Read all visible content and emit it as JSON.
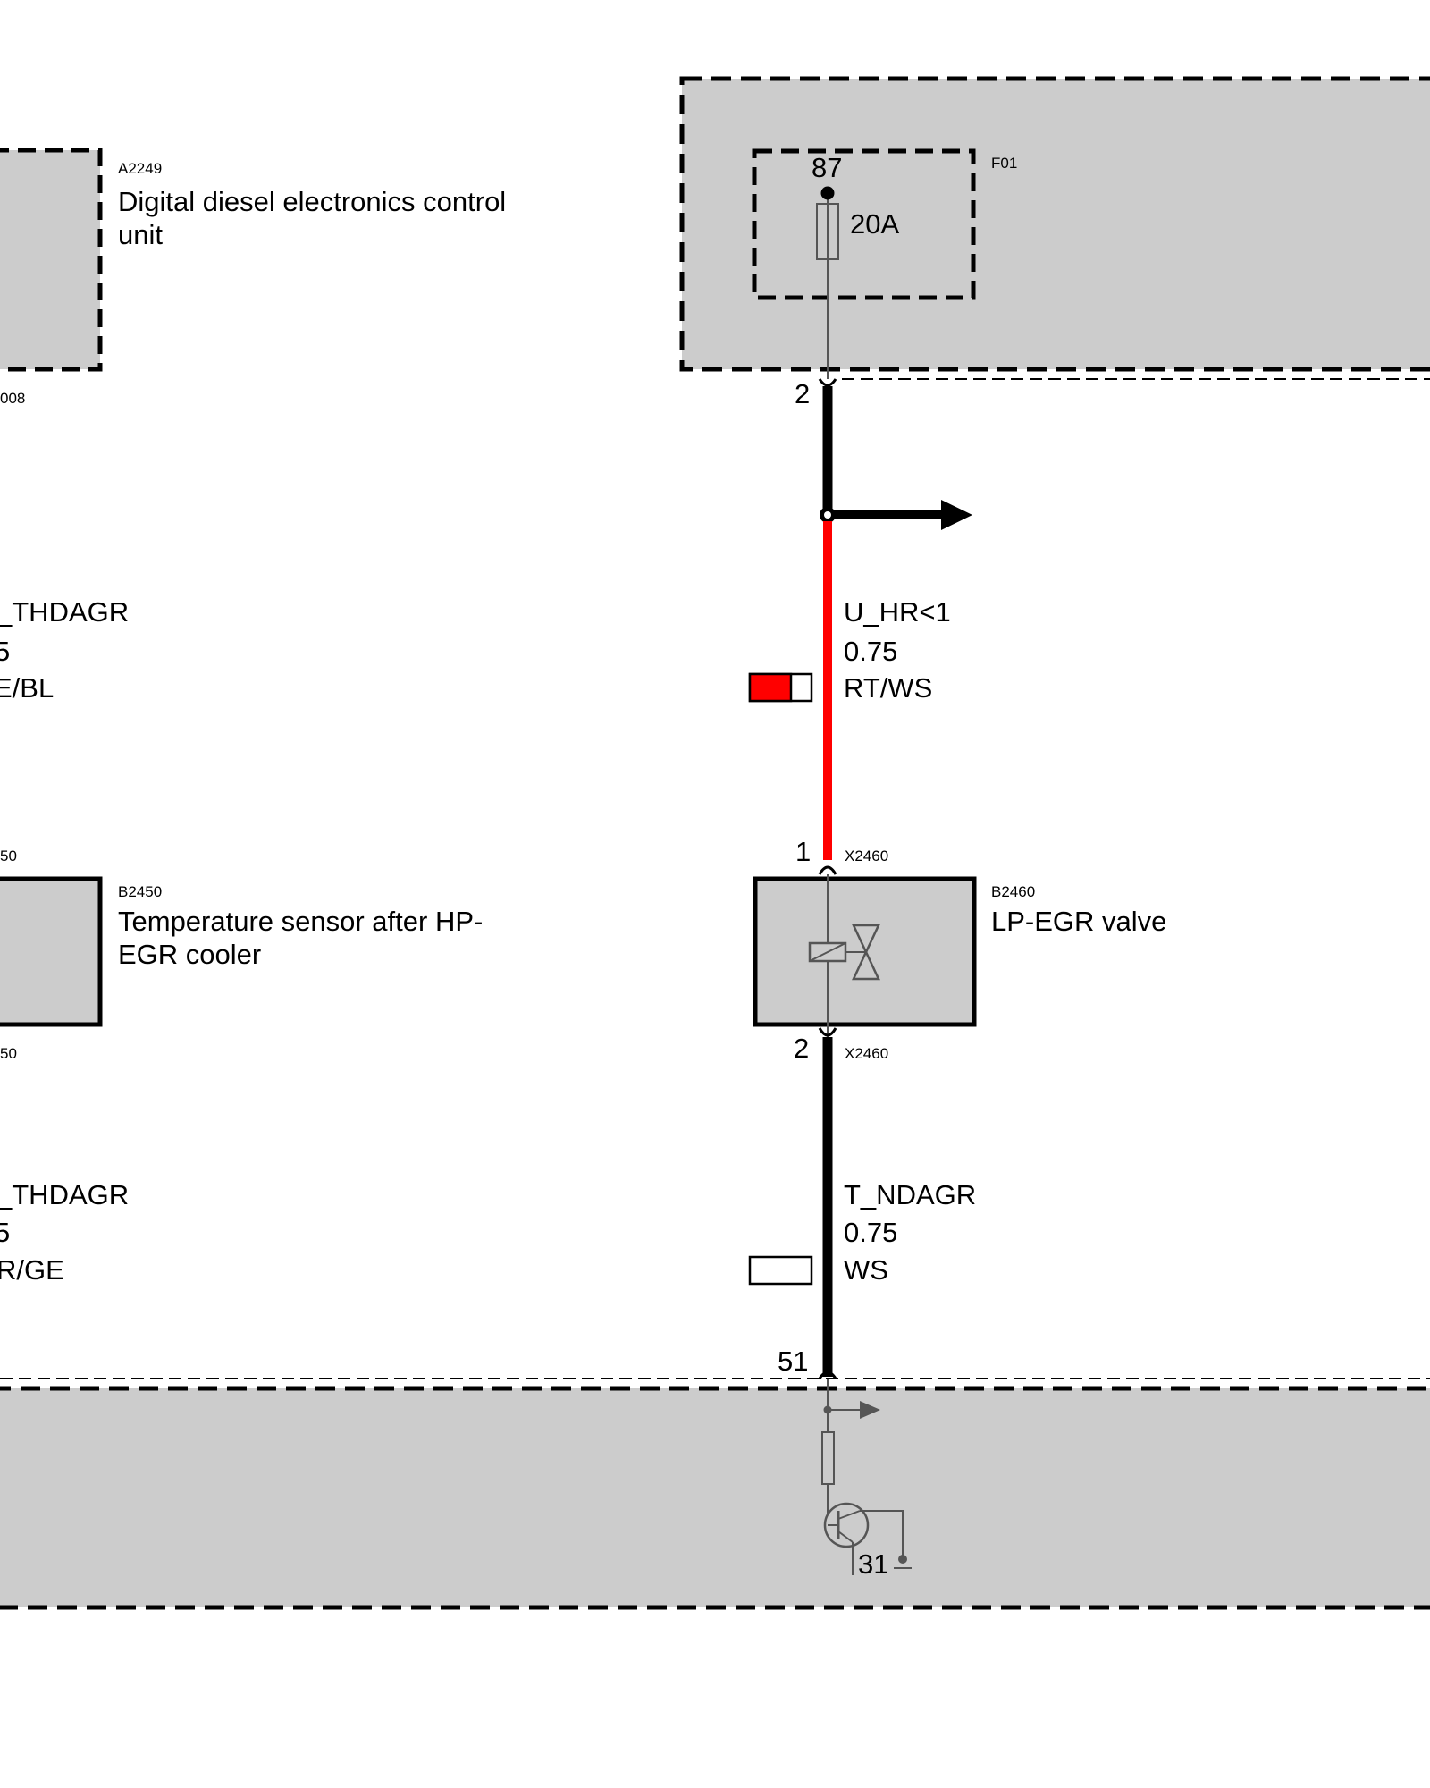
{
  "components": {
    "a2249": {
      "id": "A2249",
      "name_line1": "Digital diesel electronics control",
      "name_line2": "unit",
      "connector_partial": "008"
    },
    "f01": {
      "id": "F01",
      "terminal": "87",
      "rating": "20A",
      "pin_bottom": "2"
    },
    "b2450": {
      "id": "B2450",
      "name_line1": "Temperature sensor after HP-",
      "name_line2": "EGR cooler",
      "connector_top_partial": "50",
      "connector_bottom_partial": "50"
    },
    "b2460": {
      "id": "B2460",
      "name": "LP-EGR valve",
      "connector_top": "X2460",
      "pin_top": "1",
      "connector_bottom": "X2460",
      "pin_bottom": "2"
    },
    "ecu_bottom": {
      "pin": "51",
      "ground": "31"
    }
  },
  "wires": {
    "left_upper": {
      "signal": "_THDAGR",
      "gauge": "5",
      "color": "E/BL"
    },
    "left_lower": {
      "signal": "_THDAGR",
      "gauge": "5",
      "color": "R/GE"
    },
    "right_upper": {
      "signal": "U_HR<1",
      "gauge": "0.75",
      "color": "RT/WS"
    },
    "right_lower": {
      "signal": "T_NDAGR",
      "gauge": "0.75",
      "color": "WS"
    }
  },
  "colors": {
    "red_wire": "#ff0000",
    "housing_fill": "#cccccc",
    "wire_black": "#000000",
    "thin_line": "#555555"
  }
}
